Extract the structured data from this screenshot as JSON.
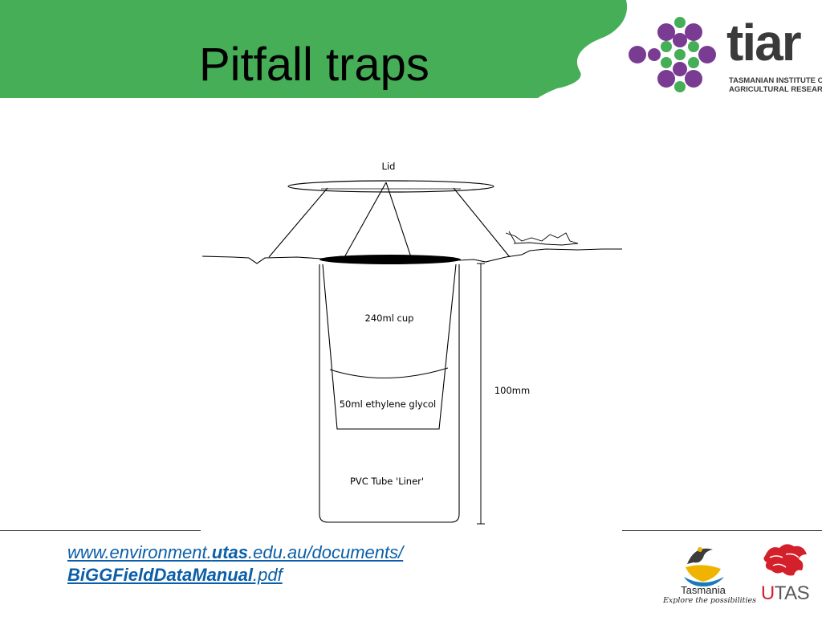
{
  "header": {
    "title": "Pitfall traps",
    "color_green": "#45ae57"
  },
  "tiar_logo": {
    "word": "tiar",
    "subtitle_line1": "TASMANIAN INSTITUTE OF",
    "subtitle_line2": "AGRICULTURAL RESEARCH",
    "color_purple": "#7a3b92",
    "color_green": "#45ae57"
  },
  "diagram": {
    "label_lid": "Lid",
    "label_cup": "240ml cup",
    "label_glycol": "50ml ethylene glycol",
    "label_liner": "PVC Tube 'Liner'",
    "label_depth": "100mm"
  },
  "source": {
    "part1": "www.environment.",
    "part2": "utas",
    "part3": ".edu.au/documents/",
    "part4": "BiGGFieldDataManual",
    "part5": ".pdf"
  },
  "footer_logos": {
    "tasmania_word": "Tasmania",
    "tasmania_tagline": "Explore the possibilities",
    "utas_u": "U",
    "utas_rest": "TAS",
    "utas_red": "#d4202a"
  }
}
